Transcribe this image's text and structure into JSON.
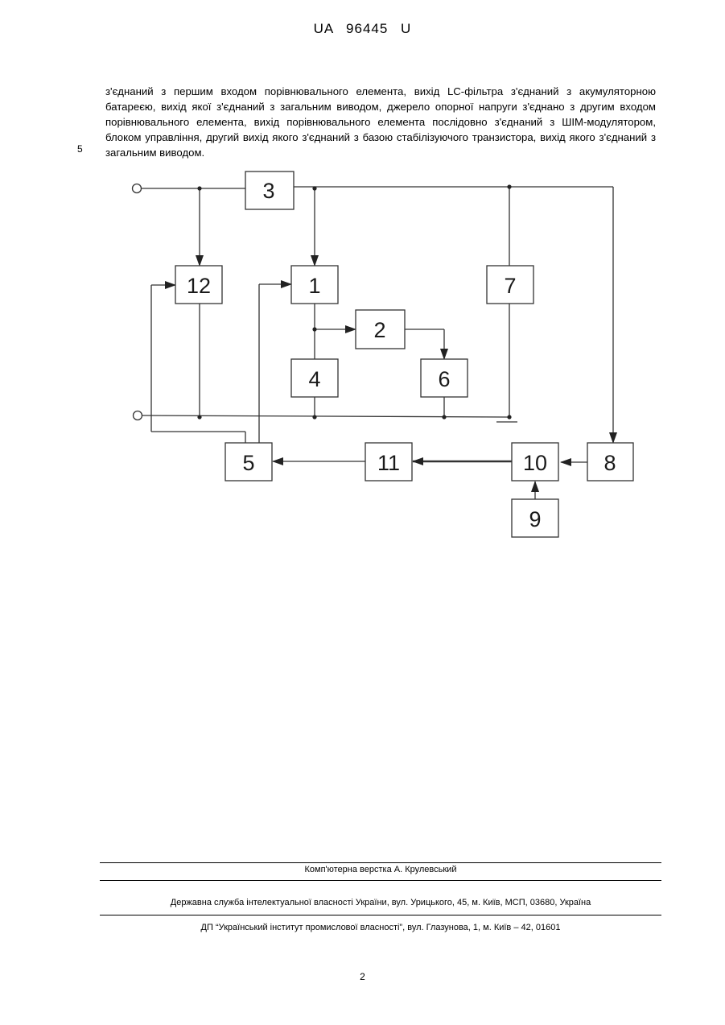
{
  "header": {
    "title": "UA 96445 U"
  },
  "body": {
    "paragraph": "з'єднаний з першим входом порівнювального елемента, вихід LC-фільтра з'єднаний з акумуляторною батареєю, вихід якої з'єднаний з загальним виводом, джерело опорної напруги з'єднано з другим входом порівнювального елемента, вихід порівнювального елемента послідовно з'єднаний з ШІМ-модулятором, блоком управління, другий вихід якого з'єднаний з базою стабілізуючого транзистора, вихід якого з'єднаний з загальним виводом.",
    "line_number": "5"
  },
  "diagram": {
    "blocks": {
      "b1": "1",
      "b2": "2",
      "b3": "3",
      "b4": "4",
      "b5": "5",
      "b6": "6",
      "b7": "7",
      "b8": "8",
      "b9": "9",
      "b10": "10",
      "b11": "11",
      "b12": "12"
    }
  },
  "footer": {
    "credit": "Комп'ютерна верстка А. Крулевський",
    "agency": "Державна служба інтелектуальної власності України, вул. Урицького, 45, м. Київ, МСП, 03680, Україна",
    "institute": "ДП “Український інститут промислової власності”, вул. Глазунова, 1, м. Київ – 42, 01601"
  },
  "page_number": "2"
}
